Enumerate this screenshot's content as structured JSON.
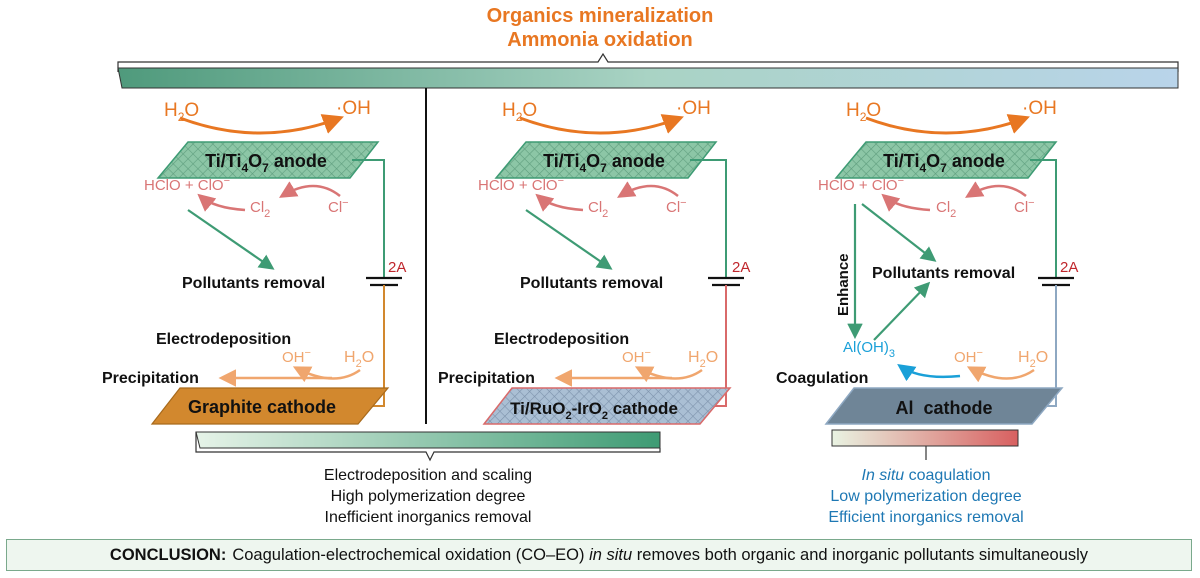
{
  "header": {
    "line1": "Organics mineralization",
    "line2": "Ammonia oxidation"
  },
  "panels": [
    {
      "h2o": "H",
      "h2o_sub": "2",
      "h2o_o": "O",
      "oh": "·OH",
      "anode_a": "Ti/Ti",
      "anode_sub": "4",
      "anode_b": "O",
      "anode_sub2": "7",
      "anode_c": " anode",
      "hclo": "HClO + ClO",
      "hclo_sup": "−",
      "cl2": "Cl",
      "cl2_sub": "2",
      "cl_minus": "Cl",
      "cl_minus_sup": "−",
      "current": "2A",
      "pollutants": "Pollutants removal",
      "electrodeposition": "Electrodeposition",
      "oh_minus": "OH",
      "oh_minus_sup": "−",
      "h2o2": "H",
      "h2o2_sub": "2",
      "h2o2_o": "O",
      "precip": "Precipitation",
      "cathode": "Graphite cathode"
    },
    {
      "h2o": "H",
      "h2o_sub": "2",
      "h2o_o": "O",
      "oh": "·OH",
      "anode_a": "Ti/Ti",
      "anode_sub": "4",
      "anode_b": "O",
      "anode_sub2": "7",
      "anode_c": " anode",
      "hclo": "HClO + ClO",
      "hclo_sup": "−",
      "cl2": "Cl",
      "cl2_sub": "2",
      "cl_minus": "Cl",
      "cl_minus_sup": "−",
      "current": "2A",
      "pollutants": "Pollutants removal",
      "electrodeposition": "Electrodeposition",
      "oh_minus": "OH",
      "oh_minus_sup": "−",
      "h2o2": "H",
      "h2o2_sub": "2",
      "h2o2_o": "O",
      "precip": "Precipitation",
      "cathode_a": "Ti/RuO",
      "cathode_sub": "2",
      "cathode_b": "-IrO",
      "cathode_sub2": "2",
      "cathode_c": " cathode"
    },
    {
      "h2o": "H",
      "h2o_sub": "2",
      "h2o_o": "O",
      "oh": "·OH",
      "anode_a": "Ti/Ti",
      "anode_sub": "4",
      "anode_b": "O",
      "anode_sub2": "7",
      "anode_c": " anode",
      "hclo": "HClO + ClO",
      "hclo_sup": "−",
      "cl2": "Cl",
      "cl2_sub": "2",
      "cl_minus": "Cl",
      "cl_minus_sup": "−",
      "current": "2A",
      "enhance": "Enhance",
      "pollutants": "Pollutants removal",
      "aloh": "Al(OH)",
      "aloh_sub": "3",
      "oh_minus": "OH",
      "oh_minus_sup": "−",
      "h2o2": "H",
      "h2o2_sub": "2",
      "h2o2_o": "O",
      "coag": "Coagulation",
      "cathode": "Al  cathode"
    }
  ],
  "left_summary": [
    "Electrodeposition and scaling",
    "High polymerization degree",
    "Inefficient inorganics removal"
  ],
  "right_summary": {
    "line1_italic": "In situ",
    "line1_rest": " coagulation",
    "line2": "Low polymerization degree",
    "line3": "Efficient inorganics removal"
  },
  "conclusion": {
    "label": "CONCLUSION:",
    "text_a": "Coagulation-electrochemical oxidation (CO–EO) ",
    "text_italic": "in situ",
    "text_b": " removes both organic and inorganic pollutants simultaneously"
  },
  "colors": {
    "orange": "#e87722",
    "red": "#d9534f",
    "pink": "#d97575",
    "green": "#3e9b74",
    "teal": "#4c9a80",
    "blue": "#1aa0d8",
    "summary_blue": "#1e78b4",
    "graphite": "#d2882e",
    "al_cathode": "#6f8597",
    "ru_cathode": "#9fb4c9"
  }
}
